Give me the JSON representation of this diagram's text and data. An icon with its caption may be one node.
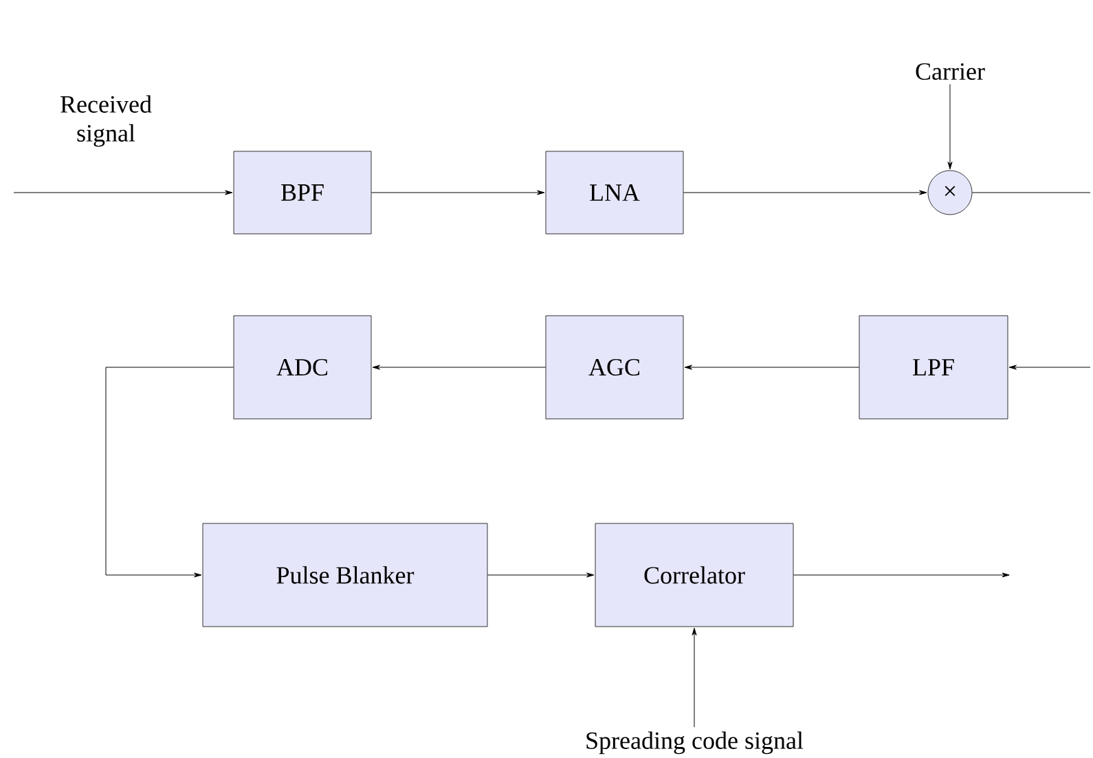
{
  "diagram": {
    "nodes": [
      {
        "text": [
          "BPF"
        ]
      },
      {
        "text": [
          "LNA"
        ]
      },
      {
        "text": [
          "×"
        ]
      },
      {
        "text": [
          "Carrier"
        ]
      },
      {
        "text": [
          "LPF"
        ]
      },
      {
        "text": [
          "AGC"
        ]
      },
      {
        "text": [
          "ADC"
        ]
      },
      {
        "text": [
          "Pulse Blanker"
        ]
      },
      {
        "text": [
          "Correlator"
        ]
      },
      {
        "text": [
          "Spreading code signal"
        ]
      }
    ],
    "edges": [
      {
        "from": null,
        "to": 0,
        "arrow": "to",
        "label": "Received signal"
      },
      {
        "from": 0,
        "to": 1,
        "arrow": "to"
      },
      {
        "from": 1,
        "to": 2,
        "arrow": "to"
      },
      {
        "from": 3,
        "to": 2,
        "arrow": "to"
      },
      {
        "from": 2,
        "to": null,
        "arrow": "none"
      },
      {
        "from": null,
        "to": 4,
        "arrow": "to"
      },
      {
        "from": 4,
        "to": 5,
        "arrow": "to"
      },
      {
        "from": 5,
        "to": 6,
        "arrow": "to"
      },
      {
        "from": 6,
        "to": 7,
        "arrow": "to"
      },
      {
        "from": 7,
        "to": 8,
        "arrow": "to"
      },
      {
        "from": 8,
        "to": null,
        "arrow": "to"
      },
      {
        "from": 9,
        "to": 8,
        "arrow": "to"
      }
    ]
  }
}
